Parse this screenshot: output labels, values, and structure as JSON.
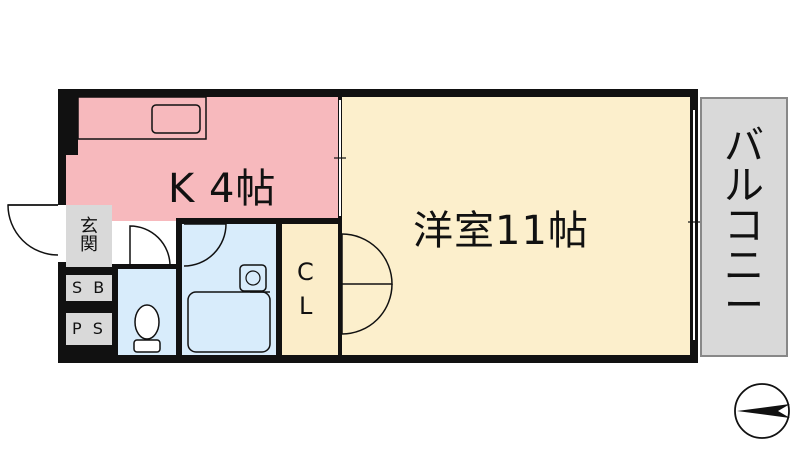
{
  "rooms": {
    "kitchen": "K 4帖",
    "western": "洋室11帖",
    "closet_c": "C",
    "closet_l": "L",
    "entrance": [
      "玄",
      "関"
    ],
    "shoe_box": "S B",
    "pipe_space": "P S",
    "balcony": [
      "バ",
      "ル",
      "コ",
      "ニ",
      "ー"
    ]
  },
  "colors": {
    "kitchen": "#f7b9bd",
    "western": "#fcefcc",
    "bath": "#d8ecfb",
    "balcony": "#d9d9d9",
    "wall": "#111111"
  },
  "icons": {
    "compass": "north-arrow-icon"
  }
}
